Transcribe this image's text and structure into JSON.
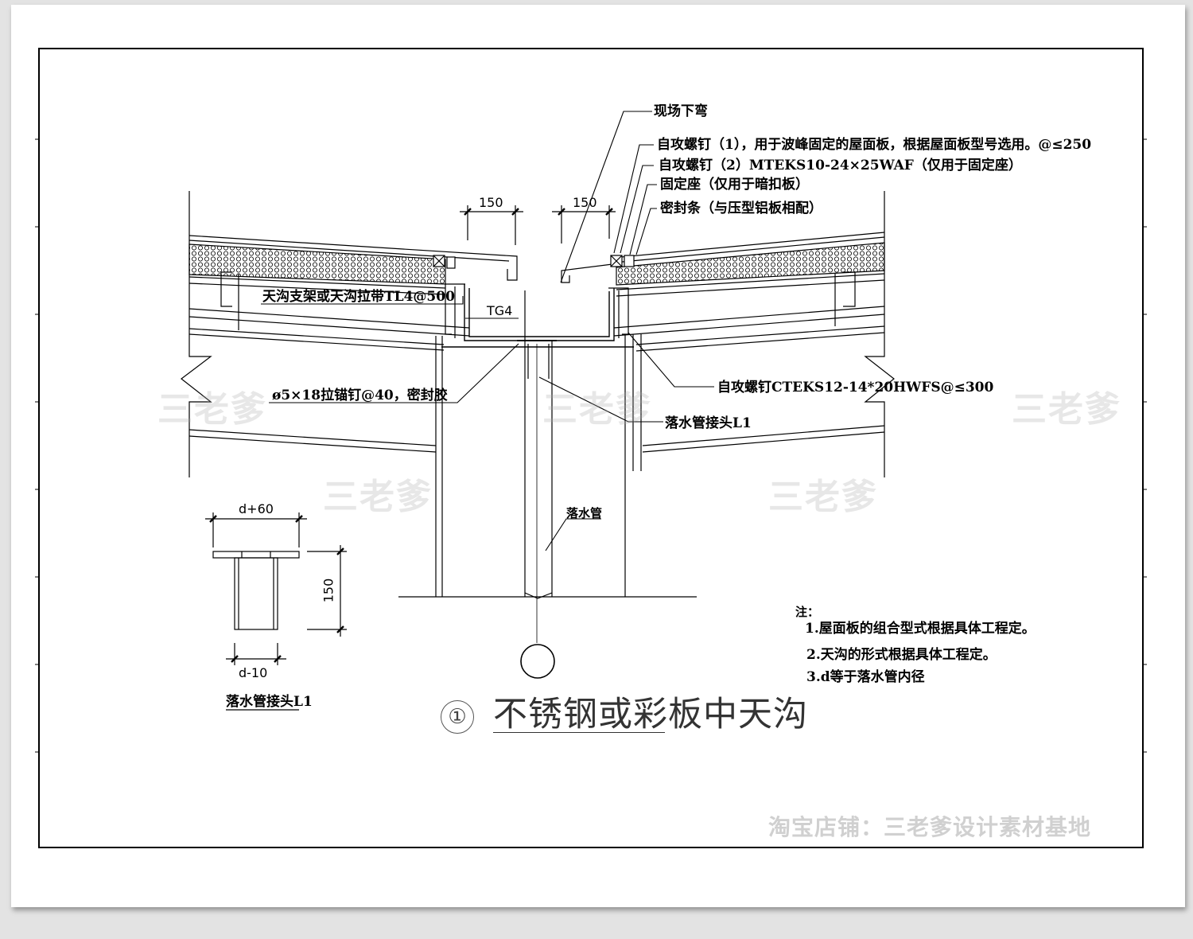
{
  "labels": {
    "site_bend": "现场下弯",
    "screw1": "自攻螺钉（1），用于波峰固定的屋面板，根据屋面板型号选用。@≤250",
    "screw2": "自攻螺钉（2）MTEKS10-24×25WAF（仅用于固定座）",
    "fixing_seat": "固定座（仅用于暗扣板）",
    "seal_strip": "密封条（与压型铝板相配）",
    "gutter_bracket": "天沟支架或天沟拉带TL4@500",
    "tg4": "TG4",
    "rivet": "ø5×18拉锚钉@40，密封胶",
    "screw3": "自攻螺钉CTEKS12-14*20HWFS@≤300",
    "downpipe_joint": "落水管接头L1",
    "downpipe": "落水管",
    "detail_caption": "落水管接头L1"
  },
  "dimensions": {
    "left_150": "150",
    "right_150": "150",
    "top_width": "d+60",
    "bottom_width": "d-10",
    "height": "150"
  },
  "notes": {
    "heading": "注：",
    "items": [
      "1.屋面板的组合型式根据具体工程定。",
      "2.天沟的形式根据具体工程定。",
      "3.d等于落水管内径"
    ]
  },
  "title": {
    "number": "①",
    "text": "不锈钢或彩板中天沟"
  },
  "watermarks": {
    "brand": "三老爹",
    "shop": "淘宝店铺：三老爹设计素材基地"
  },
  "colors": {
    "background": "#e3e3e3",
    "paper": "#ffffff",
    "ink": "#000000"
  }
}
